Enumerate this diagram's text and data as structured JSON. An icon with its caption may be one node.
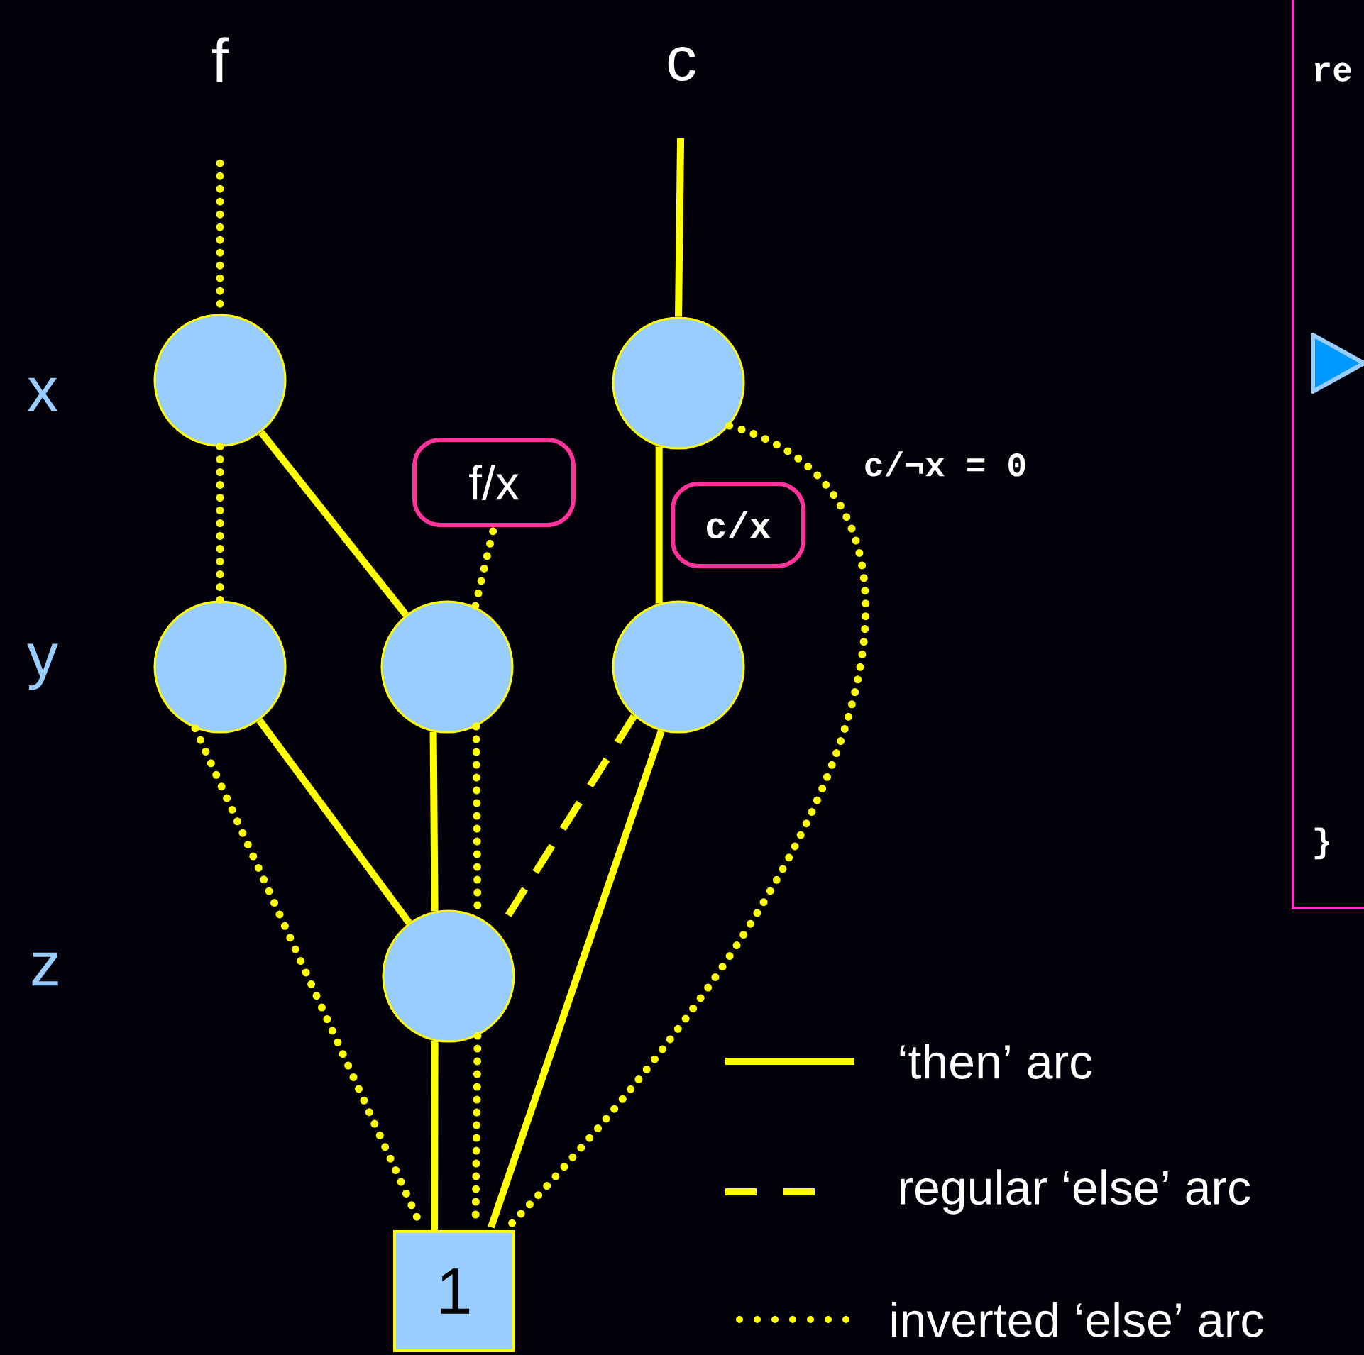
{
  "diagram": {
    "nodes": [
      {
        "text": [
          "f"
        ]
      },
      {
        "text": [
          "c"
        ]
      },
      {
        "text": [],
        "shape": "circle"
      },
      {
        "text": [],
        "shape": "circle"
      },
      {
        "text": [
          "f/x"
        ]
      },
      {
        "text": [
          "c/x"
        ]
      },
      {
        "text": [],
        "shape": "circle"
      },
      {
        "text": [],
        "shape": "circle"
      },
      {
        "text": [],
        "shape": "circle"
      },
      {
        "text": [],
        "shape": "circle"
      },
      {
        "text": [
          "1"
        ]
      },
      {
        "text": [
          "re",
          "}"
        ]
      }
    ],
    "edges": [
      {
        "from": 0,
        "to": 2,
        "arrow": "none",
        "style": "dashed"
      },
      {
        "from": 1,
        "to": 3,
        "arrow": "none"
      },
      {
        "from": 2,
        "to": 6,
        "arrow": "none",
        "style": "dashed"
      },
      {
        "from": 2,
        "to": 7,
        "arrow": "none"
      },
      {
        "from": 4,
        "to": 7,
        "arrow": "none",
        "style": "dashed"
      },
      {
        "from": 3,
        "to": 8,
        "arrow": "none"
      },
      {
        "from": 3,
        "to": 10,
        "arrow": "none",
        "style": "dashed",
        "label": "c/¬x = 0"
      },
      {
        "from": 6,
        "to": 9,
        "arrow": "none"
      },
      {
        "from": 6,
        "to": 10,
        "arrow": "none",
        "style": "dashed"
      },
      {
        "from": 7,
        "to": 9,
        "arrow": "none"
      },
      {
        "from": 7,
        "to": 9,
        "arrow": "none",
        "style": "dashed"
      },
      {
        "from": 8,
        "to": 9,
        "arrow": "none",
        "style": "dashed"
      },
      {
        "from": 8,
        "to": 10,
        "arrow": "none"
      },
      {
        "from": 9,
        "to": 10,
        "arrow": "none"
      },
      {
        "from": 9,
        "to": 10,
        "arrow": "none",
        "style": "dashed"
      }
    ],
    "labels": [
      "x",
      "y",
      "z"
    ],
    "legend": [
      {
        "text": "‘then’ arc"
      },
      {
        "text": "regular ‘else’ arc"
      },
      {
        "text": "inverted ‘else’ arc"
      }
    ]
  }
}
